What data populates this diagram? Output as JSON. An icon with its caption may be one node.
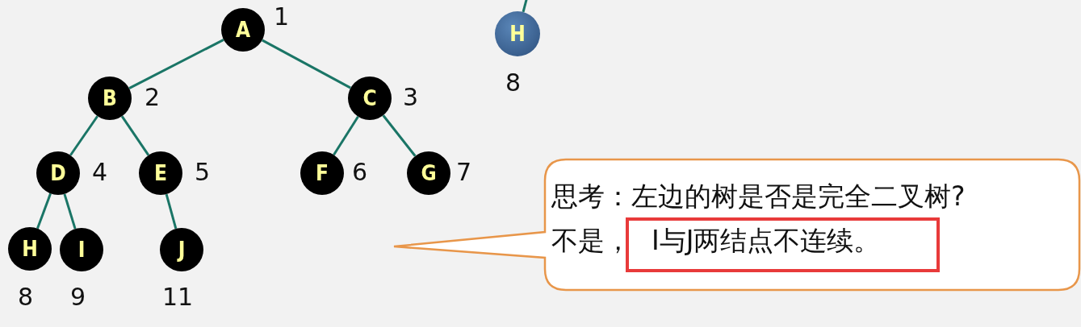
{
  "diagram": {
    "nodes": [
      {
        "text": [
          "A"
        ],
        "beside": [
          "1"
        ]
      },
      {
        "text": [
          "H"
        ],
        "beside": [
          "8"
        ]
      },
      {
        "text": [
          "B"
        ],
        "beside": [
          "2"
        ]
      },
      {
        "text": [
          "C"
        ],
        "beside": [
          "3"
        ]
      },
      {
        "text": [
          "D"
        ],
        "beside": [
          "4"
        ]
      },
      {
        "text": [
          "E"
        ],
        "beside": [
          "5"
        ]
      },
      {
        "text": [
          "F"
        ],
        "beside": [
          "6"
        ]
      },
      {
        "text": [
          "G"
        ],
        "beside": [
          "7"
        ]
      },
      {
        "text": [
          "H"
        ],
        "beside": [
          "8"
        ]
      },
      {
        "text": [
          "I"
        ],
        "beside": [
          "9"
        ]
      },
      {
        "text": [
          "J"
        ],
        "beside": [
          "11"
        ]
      },
      {
        "text": [
          "思考：左边的树是否是完全二叉树?",
          "不是，"
        ]
      },
      {
        "text": [
          "I与J两结点不连续。"
        ],
        "in": 11
      }
    ],
    "edges": [
      {
        "from": 0,
        "to": 2,
        "arrow": "none"
      },
      {
        "from": 0,
        "to": 3,
        "arrow": "none"
      },
      {
        "from": 2,
        "to": 4,
        "arrow": "none"
      },
      {
        "from": 2,
        "to": 5,
        "arrow": "none"
      },
      {
        "from": 3,
        "to": 6,
        "arrow": "none"
      },
      {
        "from": 3,
        "to": 7,
        "arrow": "none"
      },
      {
        "from": 4,
        "to": 8,
        "arrow": "none"
      },
      {
        "from": 4,
        "to": 9,
        "arrow": "none"
      },
      {
        "from": 5,
        "to": 10,
        "arrow": "none"
      },
      {
        "from": null,
        "to": 1,
        "arrow": "none"
      }
    ]
  }
}
